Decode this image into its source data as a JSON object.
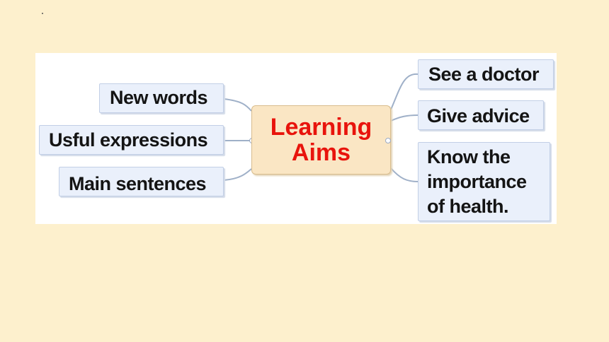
{
  "slide": {
    "diagram": {
      "center": {
        "line1": "Learning",
        "line2": "Aims"
      },
      "left_nodes": [
        {
          "label": "New words"
        },
        {
          "label": "Usful expressions"
        },
        {
          "label": "Main sentences"
        }
      ],
      "right_nodes": [
        {
          "label": "See a doctor"
        },
        {
          "label": "Give advice"
        },
        {
          "lines": [
            "Know the",
            "importance",
            "of health."
          ]
        }
      ]
    }
  }
}
